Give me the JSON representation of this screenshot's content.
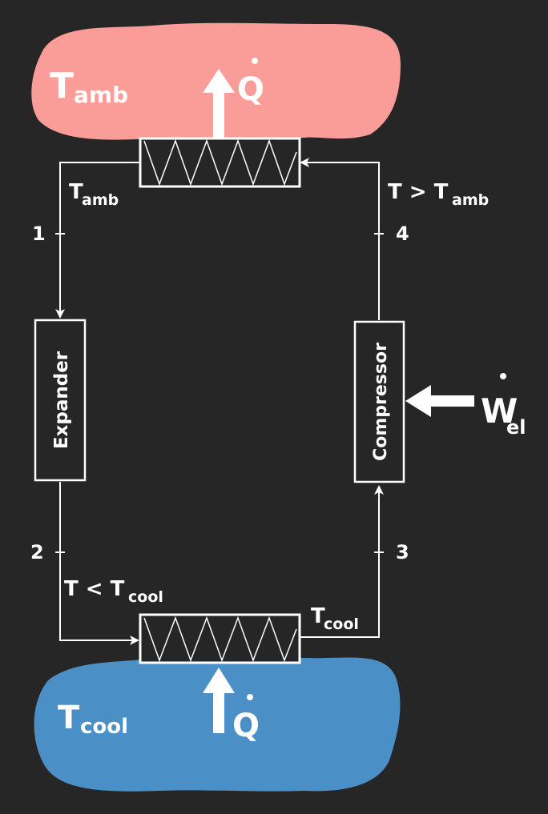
{
  "colors": {
    "background": "#262626",
    "hot_reservoir": "#fa9c97",
    "cold_reservoir": "#4b8fc7",
    "line": "#ffffff",
    "hot_text": "#ffffff",
    "cold_text": "#ffffff"
  },
  "hot_reservoir": {
    "T": "T",
    "sub": "amb"
  },
  "cold_reservoir": {
    "T": "T",
    "sub": "cool"
  },
  "heat_symbol": "Q",
  "work": {
    "symbol": "W",
    "sub": "el"
  },
  "components": {
    "expander": "Expander",
    "compressor": "Compressor"
  },
  "state_points": {
    "p1": "1",
    "p2": "2",
    "p3": "3",
    "p4": "4"
  },
  "temperatures": {
    "top_left": {
      "T": "T",
      "sub": "amb"
    },
    "top_right": {
      "pre": "T > T",
      "sub": "amb"
    },
    "bottom_left": {
      "pre": "T < T",
      "sub": "cool"
    },
    "bottom_right": {
      "T": "T",
      "sub": "cool"
    }
  },
  "icons": {
    "heat_in_arrow": "arrow-up-icon",
    "heat_out_arrow": "arrow-up-icon",
    "work_arrow": "arrow-left-icon",
    "heat_exchanger": "zigzag-coil-icon"
  }
}
